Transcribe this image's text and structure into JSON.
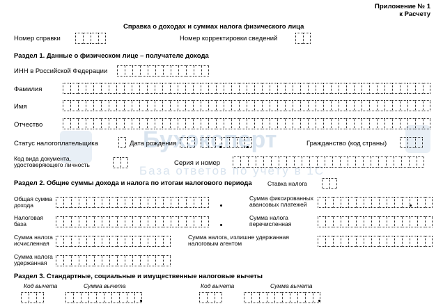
{
  "appendix": {
    "line1": "Приложение № 1",
    "line2": "к Расчету"
  },
  "title": "Справка о доходах и суммах налога физического лица",
  "top": {
    "cert_number": "Номер справки",
    "correction_number": "Номер корректировки сведений"
  },
  "section1": {
    "heading": "Раздел 1. Данные о физическом лице – получателе дохода",
    "inn": "ИНН в Российской Федерации",
    "surname": "Фамилия",
    "name": "Имя",
    "patronymic": "Отчество",
    "status": "Статус налогоплательщика",
    "birth_date": "Дата рождения",
    "citizenship": "Гражданство (код страны)",
    "doc_type": "Код вида документа, удостоверяющего личность",
    "series_number": "Серия и номер"
  },
  "section2": {
    "heading": "Раздел 2. Общие суммы дохода и налога по итогам налогового периода",
    "rate": "Ставка налога",
    "total_income": "Общая сумма дохода",
    "fixed_advance": "Сумма фиксированных авансовых платежей",
    "tax_base": "Налоговая база",
    "tax_transferred": "Сумма налога перечисленная",
    "tax_calculated": "Сумма налога исчисленная",
    "tax_excess": "Сумма налога, излишне удержанная налоговым агентом",
    "tax_withheld": "Сумма налога удержанная"
  },
  "section3": {
    "heading": "Раздел 3. Стандартные, социальные и имущественные налоговые вычеты",
    "col_code_1": "Код вычета",
    "col_sum_1": "Сумма вычета",
    "col_code_2": "Код вычета",
    "col_sum_2": "Сумма вычета"
  },
  "watermark": {
    "brand": "Бухэксперт",
    "tagline": "База ответов по учету в 1С"
  }
}
